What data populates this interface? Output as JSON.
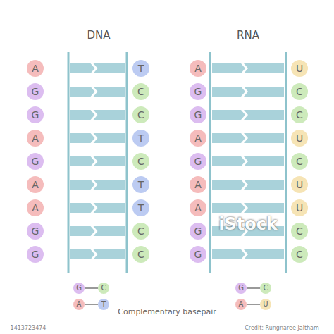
{
  "diagram": {
    "caption": "Complementary basepair",
    "nodes": [
      {
        "text": [
          "A"
        ]
      },
      {
        "text": [
          "T"
        ]
      },
      {
        "text": [
          "G"
        ]
      },
      {
        "text": [
          "C"
        ]
      },
      {
        "text": [
          "G"
        ]
      },
      {
        "text": [
          "C"
        ]
      },
      {
        "text": [
          "A"
        ]
      },
      {
        "text": [
          "T"
        ]
      },
      {
        "text": [
          "G"
        ]
      },
      {
        "text": [
          "C"
        ]
      },
      {
        "text": [
          "A"
        ]
      },
      {
        "text": [
          "T"
        ]
      },
      {
        "text": [
          "A"
        ]
      },
      {
        "text": [
          "T"
        ]
      },
      {
        "text": [
          "G"
        ]
      },
      {
        "text": [
          "C"
        ]
      },
      {
        "text": [
          "G"
        ]
      },
      {
        "text": [
          "C"
        ]
      },
      {
        "text": [
          "A"
        ]
      },
      {
        "text": [
          "U"
        ]
      },
      {
        "text": [
          "G"
        ]
      },
      {
        "text": [
          "C"
        ]
      },
      {
        "text": [
          "G"
        ]
      },
      {
        "text": [
          "C"
        ]
      },
      {
        "text": [
          "A"
        ]
      },
      {
        "text": [
          "U"
        ]
      },
      {
        "text": [
          "G"
        ]
      },
      {
        "text": [
          "C"
        ]
      },
      {
        "text": [
          "A"
        ]
      },
      {
        "text": [
          "U"
        ]
      },
      {
        "text": [
          "A"
        ]
      },
      {
        "text": [
          "U"
        ]
      },
      {
        "text": [
          "G"
        ]
      },
      {
        "text": [
          "C"
        ]
      },
      {
        "text": [
          "G"
        ]
      },
      {
        "text": [
          "C"
        ]
      },
      {
        "text": [
          "G"
        ]
      },
      {
        "text": [
          "C"
        ]
      },
      {
        "text": [
          "A"
        ]
      },
      {
        "text": [
          "T"
        ]
      },
      {
        "text": [
          "G"
        ]
      },
      {
        "text": [
          "C"
        ]
      },
      {
        "text": [
          "A"
        ]
      },
      {
        "text": [
          "U"
        ]
      }
    ],
    "edges": [
      {
        "from": 36,
        "to": 37,
        "arrow": "none"
      },
      {
        "from": 38,
        "to": 39,
        "arrow": "none"
      },
      {
        "from": 40,
        "to": 41,
        "arrow": "none"
      },
      {
        "from": 42,
        "to": 43,
        "arrow": "none"
      }
    ],
    "labels": [
      "DNA",
      "RNA",
      "iStock",
      "1413723474",
      "Credit: Rungnaree Jaitham"
    ]
  }
}
